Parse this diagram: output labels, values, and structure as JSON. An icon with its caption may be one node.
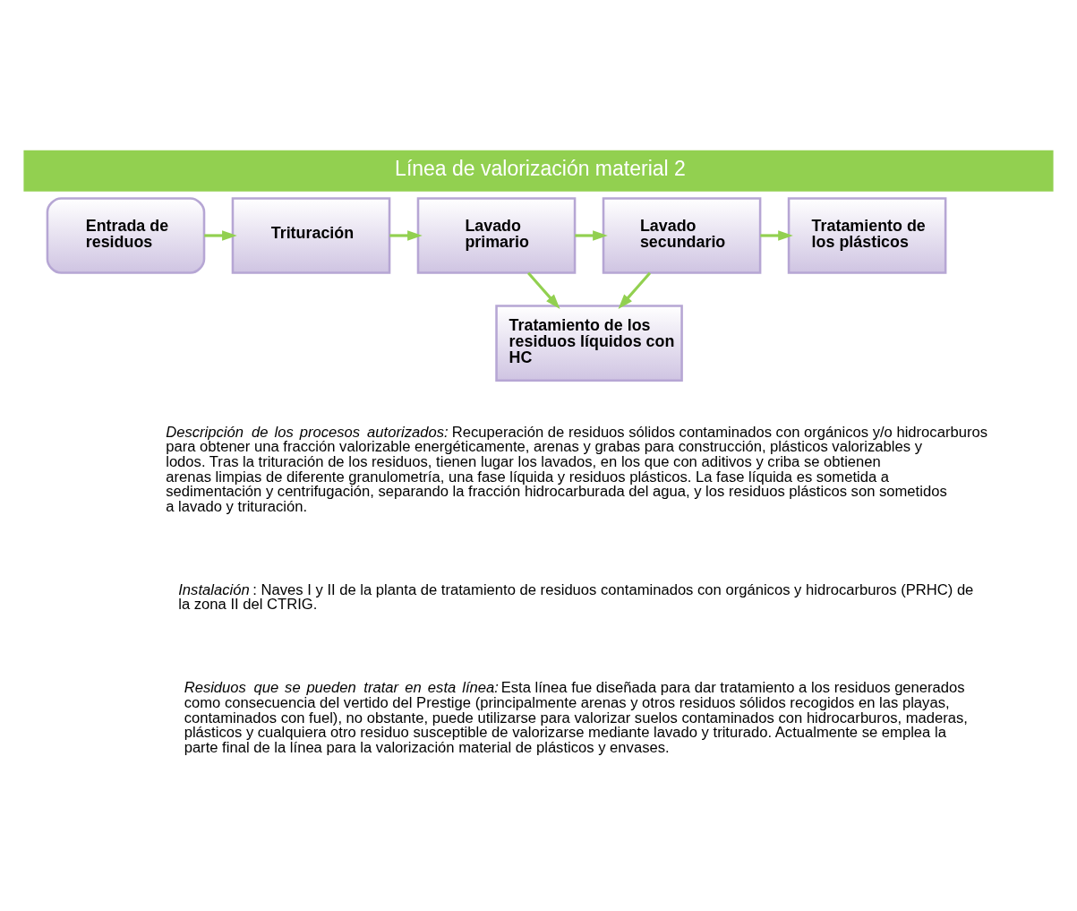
{
  "diagram": {
    "title": "Línea de valorización material 2",
    "nodes": [
      {
        "text": [
          "Entrada de residuos"
        ]
      },
      {
        "text": [
          "Trituración"
        ]
      },
      {
        "text": [
          "Lavado primario"
        ]
      },
      {
        "text": [
          "Lavado secundario"
        ]
      },
      {
        "text": [
          "Tratamiento de los plásticos"
        ]
      },
      {
        "text": [
          "Tratamiento de los residuos líquidos con HC"
        ]
      }
    ],
    "edges": [
      {
        "from": 0,
        "to": 1,
        "arrow": "to"
      },
      {
        "from": 1,
        "to": 2,
        "arrow": "to"
      },
      {
        "from": 2,
        "to": 3,
        "arrow": "to"
      },
      {
        "from": 3,
        "to": 4,
        "arrow": "to"
      },
      {
        "from": 2,
        "to": 5,
        "arrow": "to"
      },
      {
        "from": 3,
        "to": 5,
        "arrow": "to"
      }
    ],
    "labels": [
      "*Descripción de los procesos autorizados:* Recuperación de residuos sólidos contaminados con orgánicos y/o hidrocarburos para obtener una fracción valorizable energéticamente, arenas y grabas para construcción, plásticos valorizables y lodos. Tras la trituración de los residuos, tienen lugar los lavados, en los que con aditivos y criba se obtienen arenas limpias de diferente granulometría, una fase líquida y residuos plásticos. La fase líquida es sometida a sedimentación y centrifugación, separando la fracción hidrocarburada del agua, y los residuos plásticos son sometidos a lavado y trituración.",
      "*Instalación*: Naves I y II de la planta de tratamiento de residuos contaminados con orgánicos y hidrocarburos (PRHC) de la zona II del CTRIG.",
      "*Residuos que se pueden tratar en esta línea:* Esta línea fue diseñada para dar tratamiento a los residuos generados como consecuencia del vertido del Prestige (principalmente arenas y otros residuos sólidos recogidos en las playas, contaminados con fuel), no obstante, puede utilizarse para valorizar suelos contaminados con hidrocarburos, maderas, plásticos y cualquiera otro residuo susceptible de valorizarse mediante lavado y triturado. Actualmente se emplea la parte final de la línea para la valorización material de plásticos y envases."
    ]
  }
}
